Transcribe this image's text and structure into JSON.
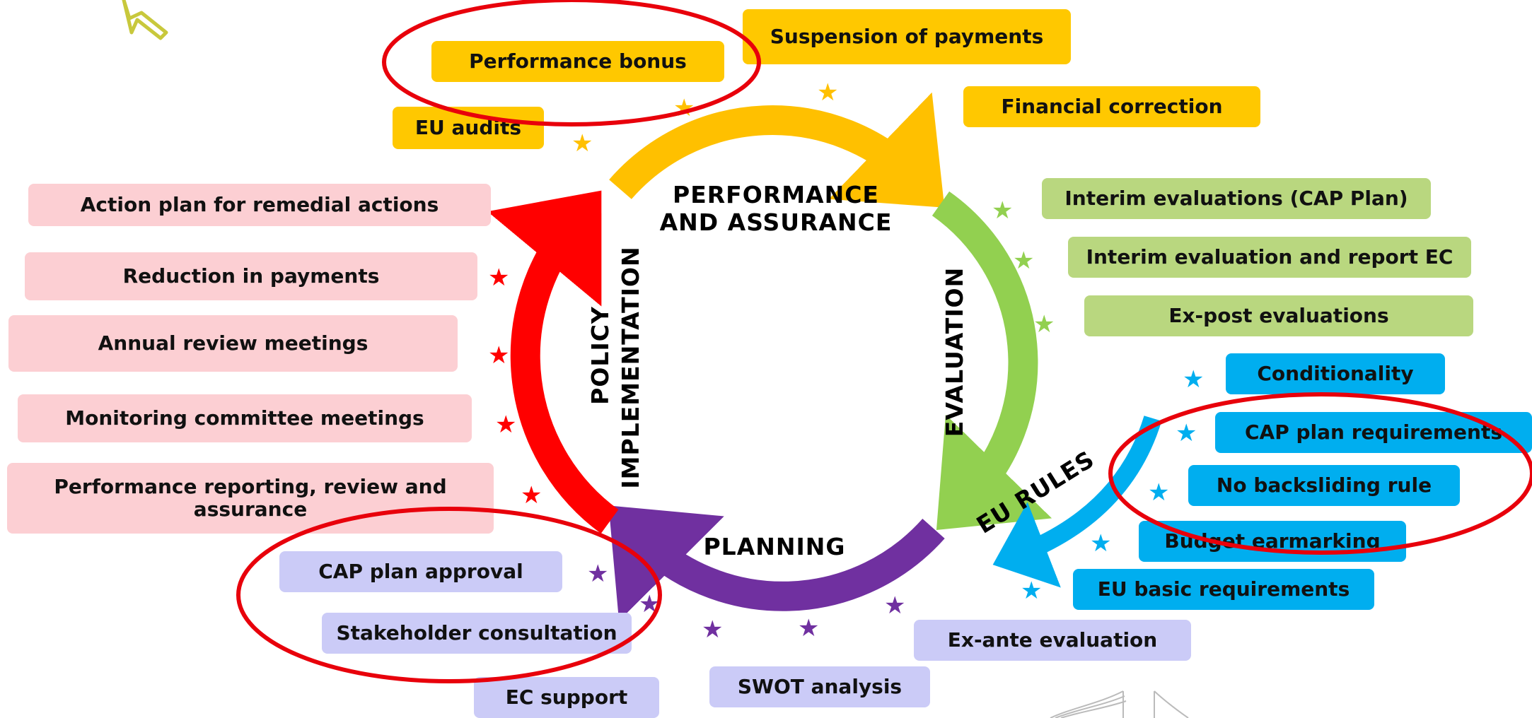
{
  "colors": {
    "performance": "#FFC000",
    "evaluation": "#92D050",
    "eu_rules": "#00AEEF",
    "planning": "#7030A0",
    "implementation": "#FF0000",
    "highlight": "#E8000B"
  },
  "cycle": {
    "performance_line1": "PERFORMANCE",
    "performance_line2": "AND ASSURANCE",
    "evaluation": "EVALUATION",
    "eu_rules": "EU RULES",
    "planning": "PLANNING",
    "implementation_line1": "POLICY",
    "implementation_line2": "IMPLEMENTATION"
  },
  "performance_items": {
    "performance_bonus": "Performance bonus",
    "suspension": "Suspension of payments",
    "financial_correction": "Financial correction",
    "eu_audits": "EU audits"
  },
  "evaluation_items": {
    "interim_cap": "Interim evaluations (CAP Plan)",
    "interim_report": "Interim evaluation and report EC",
    "ex_post": "Ex-post evaluations"
  },
  "eu_rules_items": {
    "conditionality": "Conditionality",
    "cap_requirements": "CAP plan requirements",
    "no_backsliding": "No backsliding rule",
    "budget_earmarking": "Budget earmarking",
    "eu_basic": "EU basic requirements"
  },
  "implementation_items": {
    "action_plan": "Action plan for remedial actions",
    "reduction": "Reduction in payments",
    "annual_review": "Annual review meetings",
    "monitoring": "Monitoring committee meetings",
    "performance_reporting": "Performance reporting, review and assurance"
  },
  "planning_items": {
    "cap_approval": "CAP plan approval",
    "stakeholder": "Stakeholder consultation",
    "ec_support": "EC support",
    "swot": "SWOT analysis",
    "ex_ante": "Ex-ante evaluation"
  },
  "icons": {
    "cursor": "cursor-arrow-icon",
    "star": "star-icon",
    "logo": "ec-logo-icon"
  }
}
